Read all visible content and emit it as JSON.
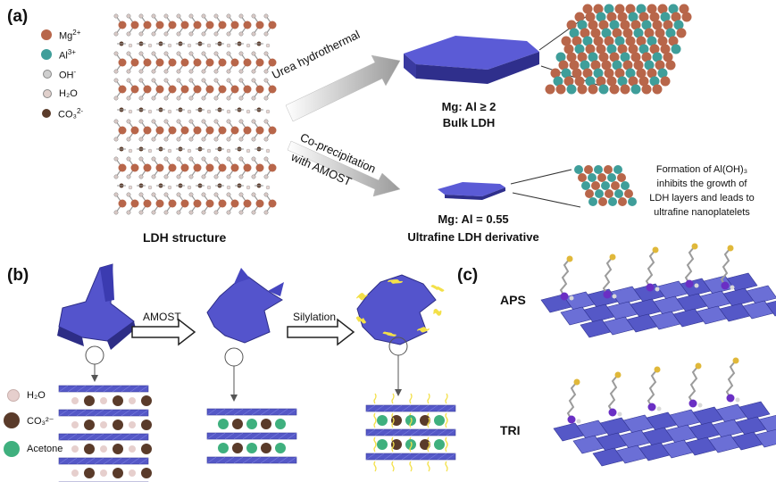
{
  "panel_a": {
    "label": "(a)",
    "legend": [
      {
        "name": "Mg",
        "sup": "2+",
        "color": "#b8664a"
      },
      {
        "name": "Al",
        "sup": "3+",
        "color": "#3f9e9a"
      },
      {
        "name": "OH",
        "sup": "-",
        "color": "#cfcfcf"
      },
      {
        "name": "H₂O",
        "sup": "",
        "color": "#e0d0cc"
      },
      {
        "name": "CO₃",
        "sup": "2-",
        "color": "#5a3b2a"
      }
    ],
    "structure_caption": "LDH structure",
    "route_1": "Urea hydrothermal",
    "route_2_line1": "Co-precipitation",
    "route_2_line2": "with AMOST",
    "bulk_ratio": "Mg: Al ≥ 2",
    "bulk_name": "Bulk LDH",
    "ultra_ratio": "Mg: Al = 0.55",
    "ultra_name": "Ultrafine LDH derivative",
    "note_l1": "Formation of Al(OH)₃",
    "note_l2": "inhibits the growth of",
    "note_l3": "LDH layers and leads to",
    "note_l4": "ultrafine nanoplatelets"
  },
  "panel_b": {
    "label": "(b)",
    "step_1": "AMOST",
    "step_2": "Silylation",
    "legend": [
      {
        "name": "H₂O",
        "color": "#e6cfcd"
      },
      {
        "name": "CO₃²⁻",
        "color": "#5a3b2a"
      },
      {
        "name": "Acetone",
        "color": "#3fb07e"
      }
    ]
  },
  "panel_c": {
    "label": "(c)",
    "top_label": "APS",
    "bottom_label": "TRI"
  },
  "colors": {
    "layer": "#5558c7",
    "layer_dark": "#3a3d99",
    "mg": "#b8664a",
    "al": "#3f9e9a",
    "silane": "#f3e04a"
  }
}
